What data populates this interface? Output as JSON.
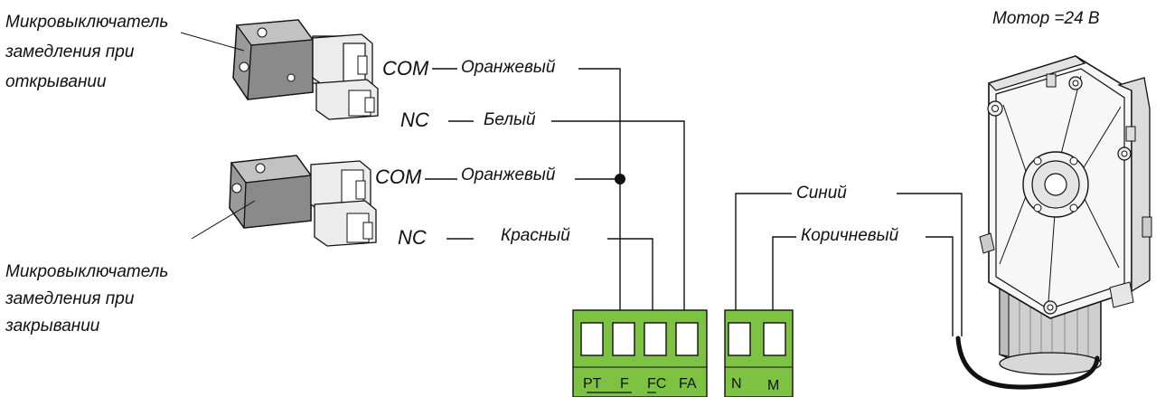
{
  "motor_label": "Мотор =24 В",
  "switch_open": {
    "caption_lines": [
      "Микровыключатель",
      "замедления при",
      "открывании"
    ]
  },
  "switch_close": {
    "caption_lines": [
      "Микровыключатель",
      "замедления при",
      "закрывании"
    ]
  },
  "wires": {
    "com1": {
      "pin": "COM",
      "color_name": "Оранжевый"
    },
    "nc1": {
      "pin": "NC",
      "color_name": "Белый"
    },
    "com2": {
      "pin": "COM",
      "color_name": "Оранжевый"
    },
    "nc2": {
      "pin": "NC",
      "color_name": "Красный"
    },
    "motor_blue": {
      "color_name": "Синий"
    },
    "motor_brown": {
      "color_name": "Коричневый"
    }
  },
  "terminal_block_1": {
    "color": "#7dc242",
    "labels": [
      "PT",
      "F",
      "FC",
      "FA"
    ]
  },
  "terminal_block_2": {
    "color": "#7dc242",
    "labels": [
      "N",
      "M"
    ]
  }
}
